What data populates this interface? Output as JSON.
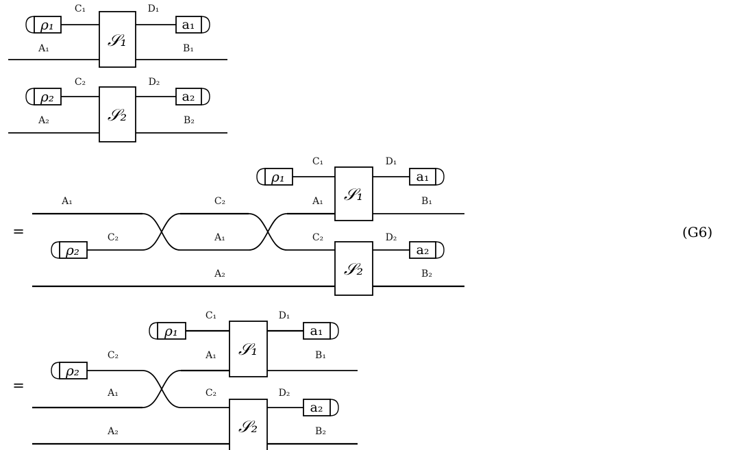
{
  "equation_tag": "(G6)",
  "equals_sign": "=",
  "labels": {
    "A1": "A₁",
    "A2": "A₂",
    "B1": "B₁",
    "B2": "B₂",
    "C1": "C₁",
    "C2": "C₂",
    "D1": "D₁",
    "D2": "D₂"
  },
  "gates": {
    "S1": "𝒮₁",
    "S2": "𝒮₂"
  },
  "states": {
    "rho1": "ρ₁",
    "rho2": "ρ₂"
  },
  "effects": {
    "a1": "a₁",
    "a2": "a₂"
  }
}
